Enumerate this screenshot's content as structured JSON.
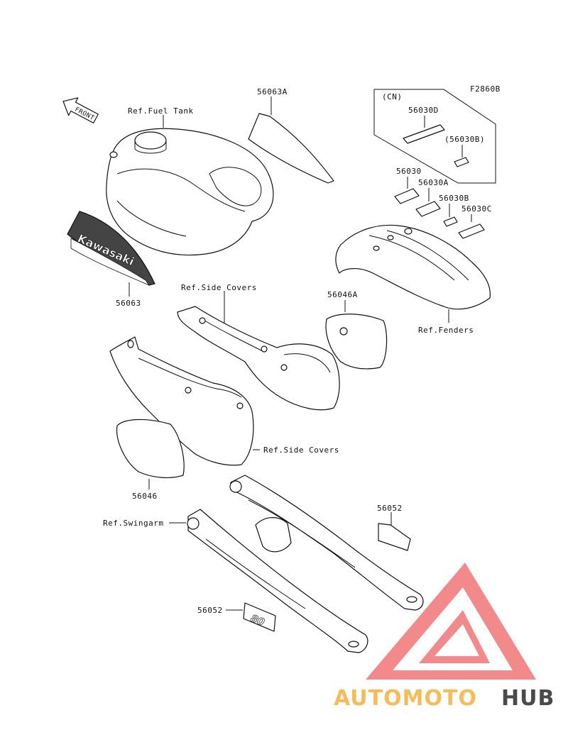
{
  "diagram_code": "F2860B",
  "front_label": "FRONT",
  "labels": {
    "ref_fuel_tank": "Ref.Fuel Tank",
    "p56063A": "56063A",
    "p56063": "56063",
    "cn": "(CN)",
    "p56030D": "56030D",
    "p56030B_paren": "(56030B)",
    "p56030": "56030",
    "p56030A": "56030A",
    "p56030B": "56030B",
    "p56030C": "56030C",
    "ref_side_covers_top": "Ref.Side Covers",
    "p56046A": "56046A",
    "ref_fenders": "Ref.Fenders",
    "ref_side_covers_bottom": "Ref.Side Covers",
    "p56046": "56046",
    "p56052_right": "56052",
    "ref_swingarm": "Ref.Swingarm",
    "p56052_left": "56052"
  },
  "decal_text": "Kawasaki",
  "swingarm_decal_text": "80",
  "watermark": {
    "part1": "AUTOMOTO",
    "part2": "HUB",
    "color_part1": "#f5a623",
    "color_part2": "#4a4a4a",
    "triangle_color": "#e8292e"
  }
}
